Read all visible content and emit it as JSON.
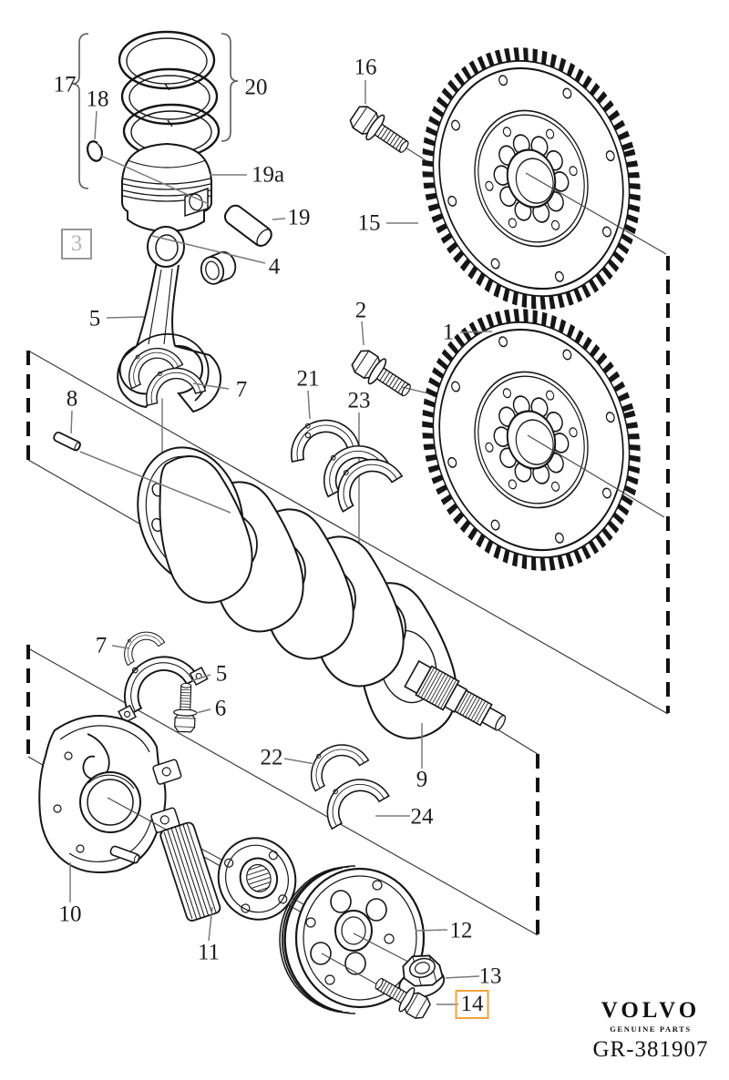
{
  "diagram": {
    "type": "exploded-parts-diagram",
    "subject": "crankshaft / piston / flywheel assembly",
    "drawing_number": "GR-381907",
    "brand": {
      "logo": "VOLVO",
      "tagline": "GENUINE PARTS"
    },
    "highlight": {
      "label": "14",
      "color": "#F2A33C"
    },
    "boxed_reference": {
      "label": "3",
      "color": "#979797"
    },
    "line_colors": {
      "art": "#161616",
      "leader": "#7a7a7a",
      "axis": "#4a4a4a"
    },
    "callouts": {
      "c1": "1",
      "c2": "2",
      "c3": "3",
      "c4": "4",
      "c5a": "5",
      "c5b": "5",
      "c6": "6",
      "c7a": "7",
      "c7b": "7",
      "c8": "8",
      "c9": "9",
      "c10": "10",
      "c11": "11",
      "c12": "12",
      "c13": "13",
      "c14": "14",
      "c15": "15",
      "c16": "16",
      "c17": "17",
      "c18": "18",
      "c19": "19",
      "c19a": "19a",
      "c20": "20",
      "c21": "21",
      "c22": "22",
      "c23": "23",
      "c24": "24"
    }
  }
}
